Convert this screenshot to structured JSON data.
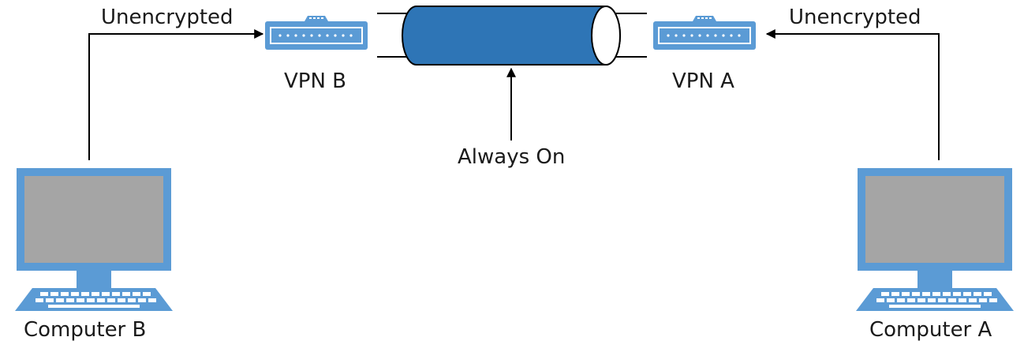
{
  "labels": {
    "unencrypted_left": "Unencrypted",
    "unencrypted_right": "Unencrypted",
    "vpn_b": "VPN B",
    "vpn_a": "VPN A",
    "always_on": "Always On",
    "computer_b": "Computer B",
    "computer_a": "Computer A"
  },
  "colors": {
    "device_blue": "#5b9bd5",
    "tunnel_blue": "#2e75b6",
    "screen_gray": "#a5a5a5",
    "line": "#000000"
  },
  "icons": {
    "vpn": "vpn-router-icon",
    "computer": "desktop-computer-icon"
  }
}
